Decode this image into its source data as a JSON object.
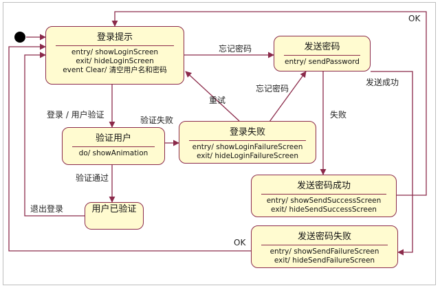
{
  "states": {
    "login_prompt": {
      "name": "登录提示",
      "actions": [
        "entry/ showLoginScreen",
        "exit/ hideLoginScreen",
        "event Clear/ 清空用户名和密码"
      ]
    },
    "send_password": {
      "name": "发送密码",
      "actions": [
        "entry/ sendPassword"
      ]
    },
    "verify_user": {
      "name": "验证用户",
      "actions": [
        "do/ showAnimation"
      ]
    },
    "login_failed": {
      "name": "登录失败",
      "actions": [
        "entry/ showLoginFailureScreen",
        "exit/ hideLoginFailureScreen"
      ]
    },
    "user_verified": {
      "name": "用户已验证",
      "actions": []
    },
    "send_success": {
      "name": "发送密码成功",
      "actions": [
        "entry/ showSendSuccessScreen",
        "exit/ hideSendSuccessScreen"
      ]
    },
    "send_failure": {
      "name": "发送密码失败",
      "actions": [
        "entry/ showSendFailureScreen",
        "exit/ hideSendFailureScreen"
      ]
    }
  },
  "transitions": {
    "ok_top": "OK",
    "forgot_password_1": "忘记密码",
    "forgot_password_2": "忘记密码",
    "send_ok": "发送成功",
    "retry": "重试",
    "fail": "失败",
    "login_verify": "登录 / 用户验证",
    "verify_fail": "验证失败",
    "verify_pass": "验证通过",
    "logout": "退出登录",
    "ok_bottom": "OK"
  },
  "colors": {
    "state_fill": "#fffbd0",
    "state_border": "#8b2a4a",
    "arrow": "#8b2a4a"
  }
}
